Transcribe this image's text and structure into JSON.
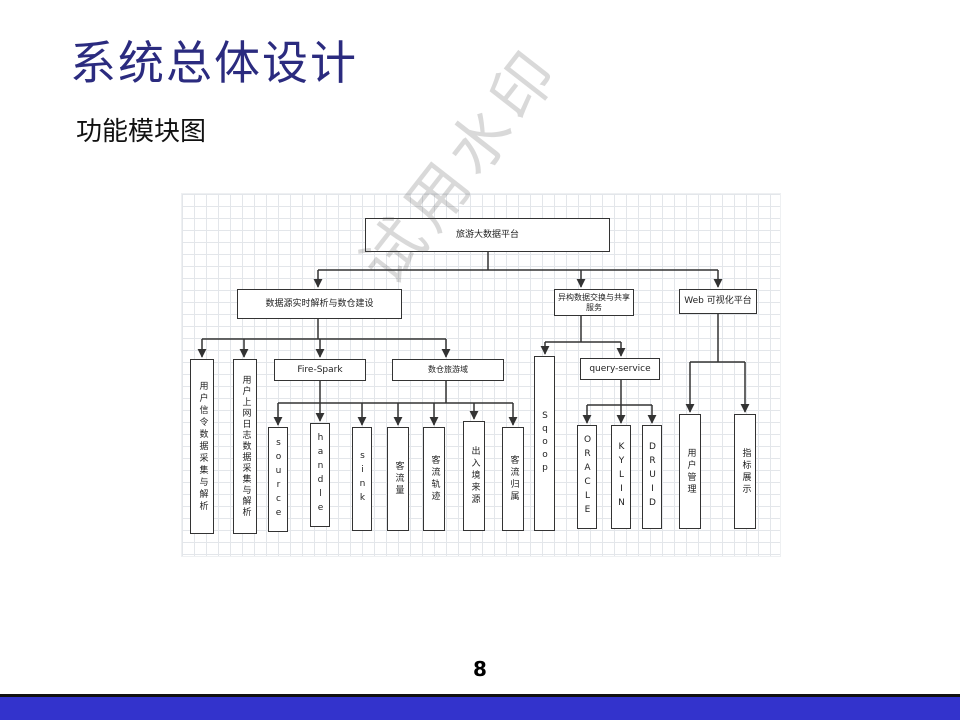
{
  "slide": {
    "title": "系统总体设计",
    "subtitle": "功能模块图",
    "page_number": "8",
    "watermark": "试用水印",
    "colors": {
      "title": "#2b2b7f",
      "footer_bar": "#3333cc"
    }
  },
  "diagram": {
    "root": "旅游大数据平台",
    "level1": {
      "data_source": "数据源实时解析与数仓建设",
      "exchange": "异构数据交换与共享服务",
      "web": "Web 可视化平台"
    },
    "level2": {
      "signaling": "用户信令数据采集与解析",
      "weblog": "用户上网日志数据采集与解析",
      "fire_spark": "Fire-Spark",
      "warehouse": "数仓旅游域",
      "sqoop": "Sqoop",
      "query_service": "query-service",
      "user_mgmt": "用户管理",
      "metrics": "指标展示"
    },
    "level3": {
      "source": "source",
      "handle": "handle",
      "sink": "sink",
      "flow_volume": "客流量",
      "flow_track": "客流轨迹",
      "border_origin": "出入境来源",
      "flow_belong": "客流归属",
      "oracle": "ORACLE",
      "kylin": "KYLIN",
      "druid": "DRUID"
    }
  }
}
